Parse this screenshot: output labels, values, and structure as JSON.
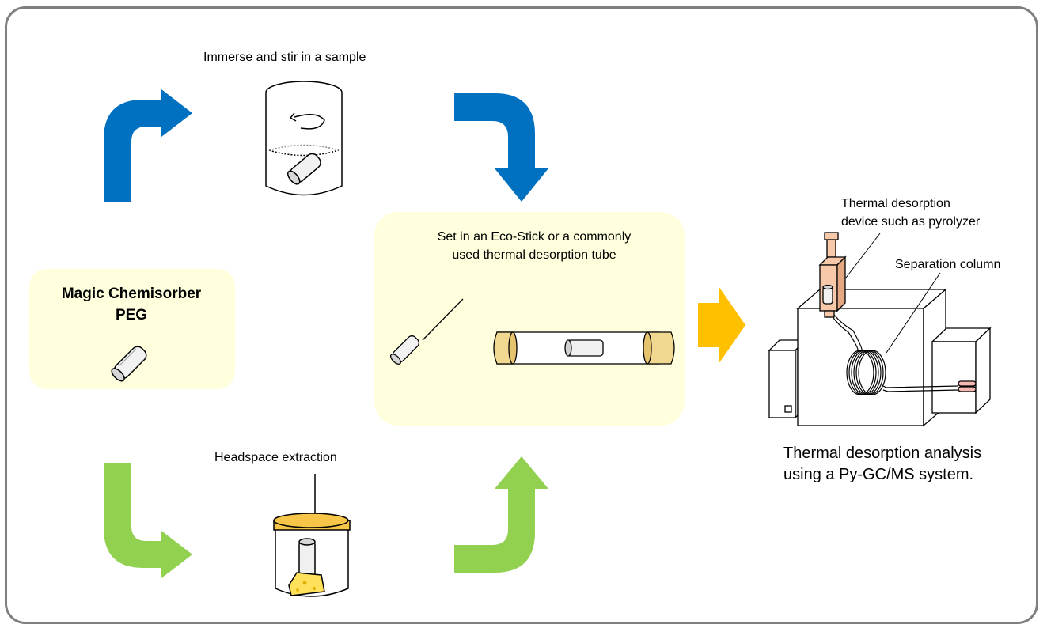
{
  "labels": {
    "immerse": "Immerse and stir in a sample",
    "headspace": "Headspace extraction",
    "set_tube_line1": "Set in an Eco-Stick or a commonly",
    "set_tube_line2": "used thermal desorption tube",
    "magic_line1": "Magic Chemisorber",
    "magic_line2": "PEG",
    "td_device_line1": "Thermal desorption",
    "td_device_line2": "device such as pyrolyzer",
    "separation_column": "Separation column",
    "analysis_line1": "Thermal desorption analysis",
    "analysis_line2": "using a Py-GC/MS system."
  },
  "colors": {
    "frame": "#7f7f7f",
    "panel_fill": "#ffffdd",
    "arrow_blue": "#0070c0",
    "arrow_green": "#92d050",
    "arrow_orange": "#ffc000",
    "lid": "#f7c548",
    "tube_end": "#f0d890",
    "pyrolyzer": "#f7c9a8",
    "cheese": "#ffe05a"
  },
  "icons": [
    "curved-arrow-icon",
    "beaker-icon",
    "sorbent-tube-icon",
    "jar-icon",
    "cheese-icon",
    "gc-ms-instrument-icon",
    "desorption-tube-icon"
  ]
}
